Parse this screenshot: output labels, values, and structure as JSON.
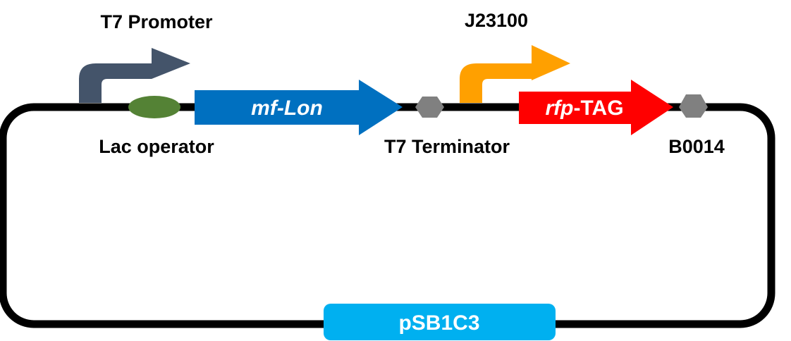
{
  "labels": {
    "t7_promoter": "T7 Promoter",
    "lac_operator": "Lac operator",
    "j23100": "J23100",
    "t7_terminator": "T7 Terminator",
    "b0014": "B0014",
    "backbone": "pSB1C3"
  },
  "genes": {
    "mflon": {
      "part1": "mf-Lon"
    },
    "rfp": {
      "italic": "rfp",
      "rest": "-TAG"
    }
  },
  "colors": {
    "backbone_line": "#000000",
    "t7_promoter": "#44546a",
    "lac_operator": "#548235",
    "mflon": "#0070c0",
    "j23100": "#ffa000",
    "rfp": "#ff0000",
    "terminator": "#808080",
    "backbone_box": "#00b0f0"
  }
}
